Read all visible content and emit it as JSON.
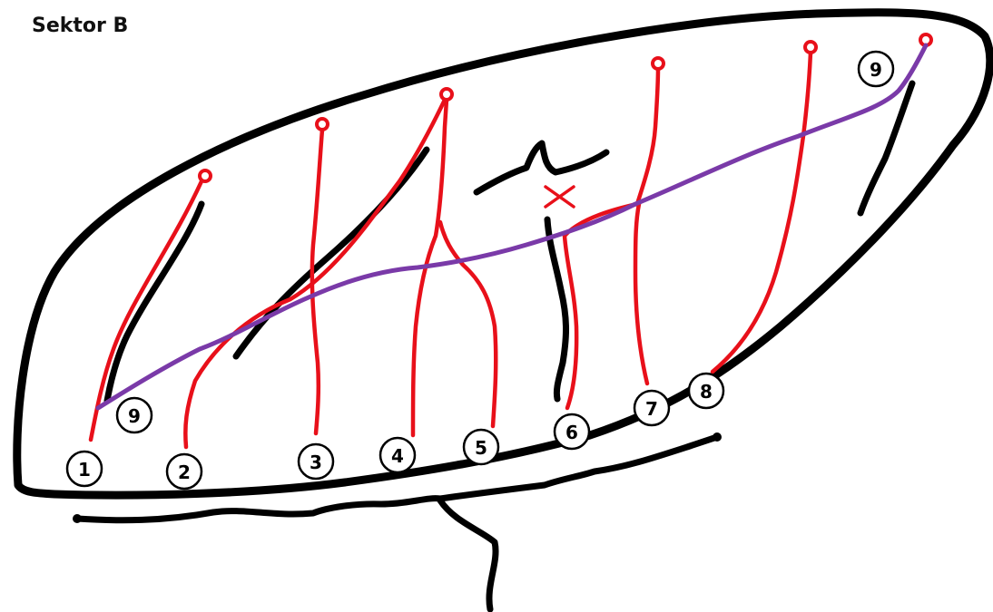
{
  "title": "Sektor B",
  "colors": {
    "outline": "#000000",
    "route": "#e8101a",
    "traverse": "#7a3aa8"
  },
  "markers": {
    "m1": "1",
    "m2": "2",
    "m3": "3",
    "m4": "4",
    "m5": "5",
    "m6": "6",
    "m7": "7",
    "m8": "8",
    "m9a": "9",
    "m9b": "9"
  },
  "cross_mark": "x"
}
